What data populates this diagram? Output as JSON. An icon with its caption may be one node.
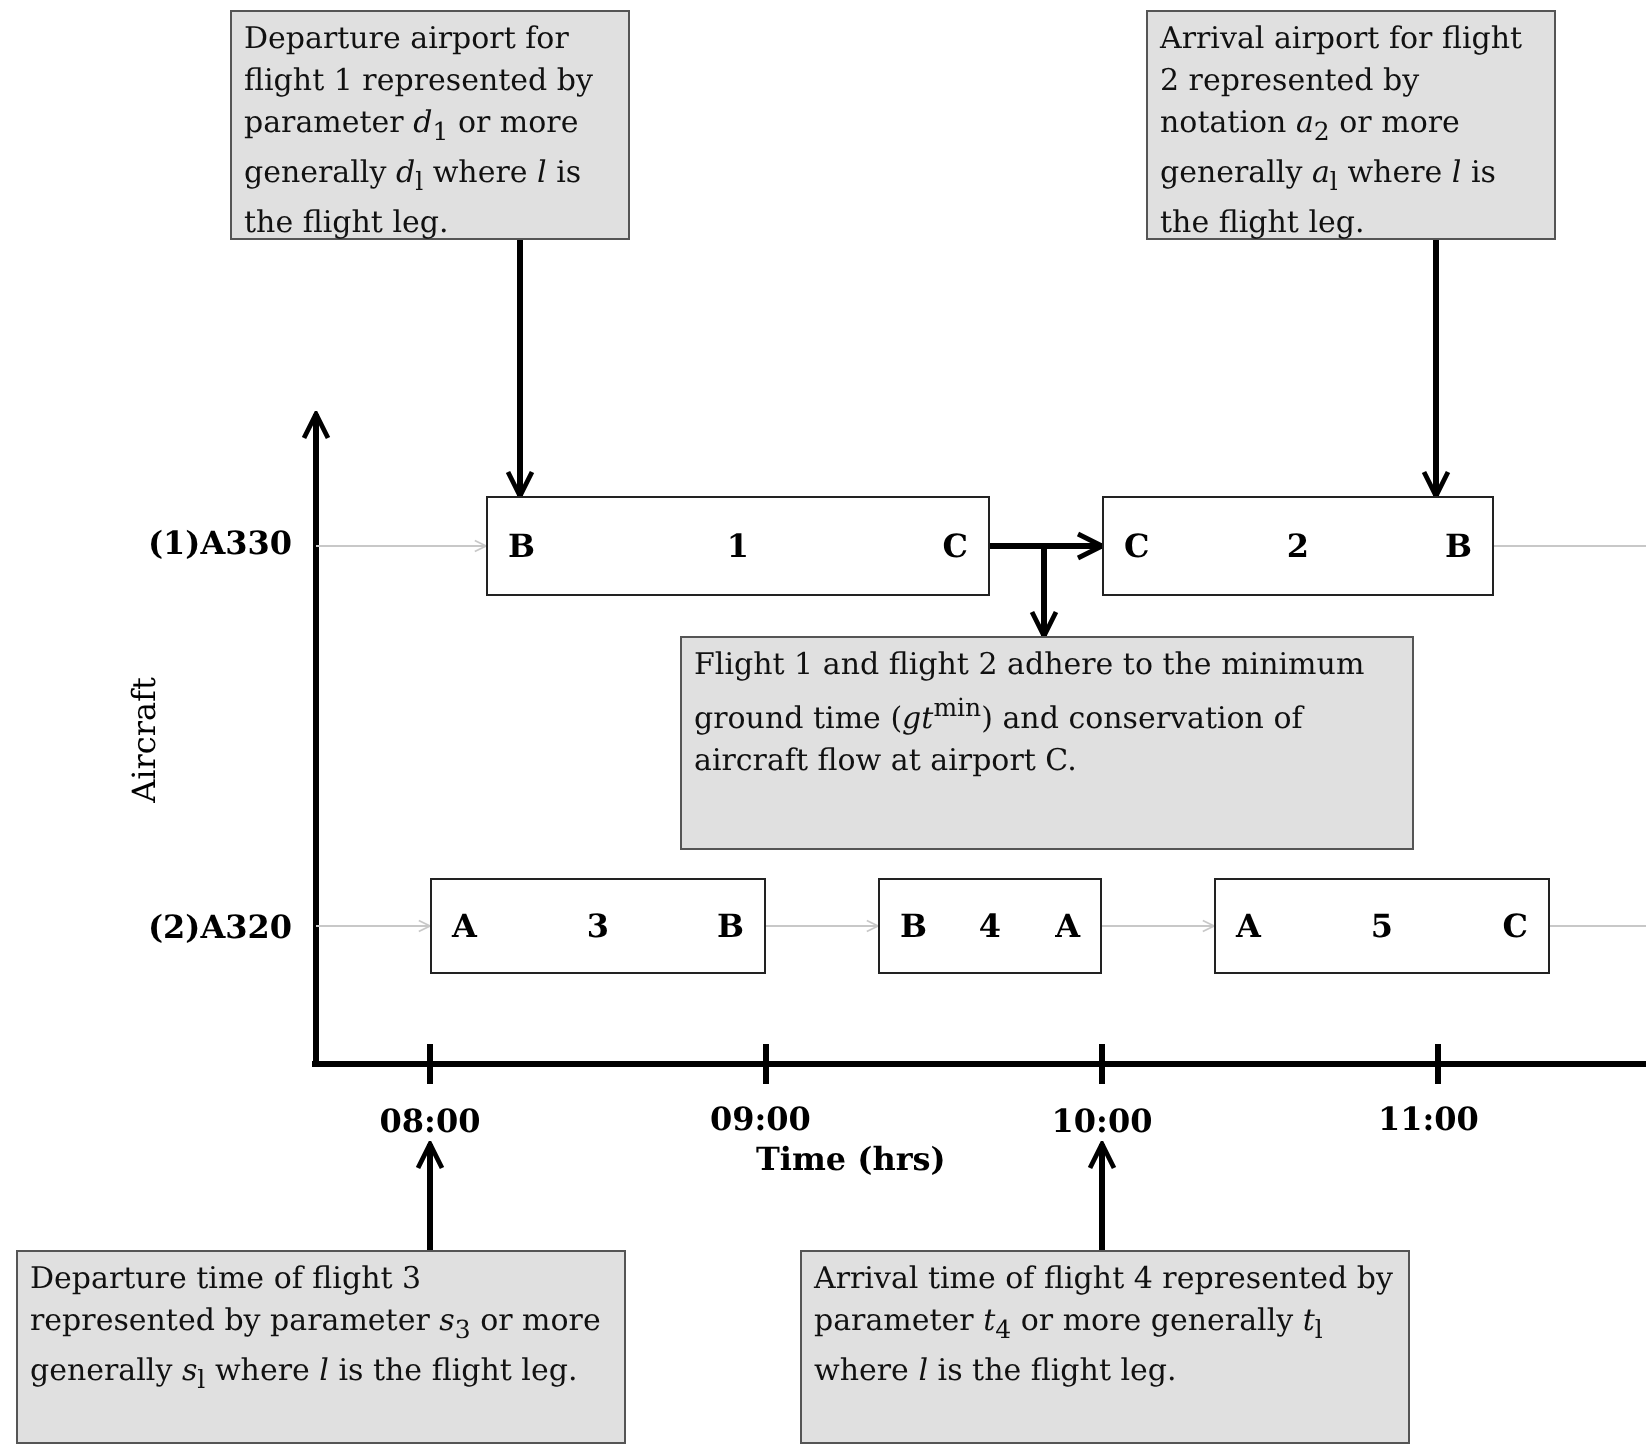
{
  "diagram": {
    "nodes": [
      {
        "text": [
          "Departure airport for flight 1 represented by parameter *d*$_{1}$ or more generally *d*$_{l}$ where *l* is the flight leg."
        ]
      },
      {
        "text": [
          "Arrival airport for flight 2 represented by notation *a*$_{2}$ or more generally *a*$_{l}$ where *l* is the flight leg."
        ]
      },
      {
        "text": [
          "(1)A330"
        ]
      },
      {
        "text": [
          "B",
          "1",
          "C"
        ]
      },
      {
        "text": [
          "C",
          "2",
          "B"
        ]
      },
      {
        "text": [
          "Flight 1 and flight 2 adhere to the minimum ground time (*gt*$^{min}$) and conservation of aircraft flow at airport C."
        ]
      },
      {
        "text": [
          "(2)A320"
        ]
      },
      {
        "text": [
          "A",
          "3",
          "B"
        ]
      },
      {
        "text": [
          "B",
          "4",
          "A"
        ]
      },
      {
        "text": [
          "A",
          "5",
          "C"
        ]
      },
      {
        "text": [
          "08:00"
        ]
      },
      {
        "text": [
          "10:00"
        ]
      },
      {
        "text": [
          "Departure time of flight 3 represented by parameter *s*$_{3}$ or more generally *s*$_{l}$ where *l* is the flight leg."
        ]
      },
      {
        "text": [
          "Arrival time of flight 4 represented by parameter *t*$_{4}$ or more generally *t*$_{l}$ where *l* is the flight leg."
        ]
      }
    ],
    "edges": [
      {
        "from": 0,
        "to": 3,
        "arrow": "to",
        "style": "thick"
      },
      {
        "from": 1,
        "to": 4,
        "arrow": "to",
        "style": "thick"
      },
      {
        "from": 2,
        "to": 3,
        "arrow": "to",
        "color": "#c8c8c8"
      },
      {
        "from": 3,
        "to": 4,
        "arrow": "to",
        "style": "thick"
      },
      {
        "from": null,
        "to": 5,
        "arrow": "to",
        "style": "thick"
      },
      {
        "from": 4,
        "to": null,
        "arrow": "none",
        "color": "#c8c8c8"
      },
      {
        "from": 6,
        "to": 7,
        "arrow": "to",
        "color": "#c8c8c8"
      },
      {
        "from": 7,
        "to": 8,
        "arrow": "to",
        "color": "#c8c8c8"
      },
      {
        "from": 8,
        "to": 9,
        "arrow": "to",
        "color": "#c8c8c8"
      },
      {
        "from": 9,
        "to": null,
        "arrow": "none",
        "color": "#c8c8c8"
      },
      {
        "from": 12,
        "to": 10,
        "arrow": "to",
        "style": "thick"
      },
      {
        "from": 13,
        "to": 11,
        "arrow": "to",
        "style": "thick"
      }
    ],
    "labels": [
      "Aircraft",
      "09:00",
      "11:00",
      "Time (hrs)"
    ]
  }
}
